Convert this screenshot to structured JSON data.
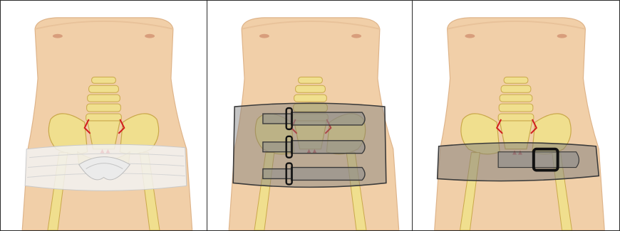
{
  "figure": {
    "panels": [
      {
        "id": "panel-1",
        "binder": "bandage-wrap"
      },
      {
        "id": "panel-2",
        "binder": "strap-binder-three-buckles"
      },
      {
        "id": "panel-3",
        "binder": "single-belt-buckle"
      }
    ],
    "colors": {
      "skin": "#f1cfa8",
      "skin_shade": "#e2b58c",
      "bone": "#f0df8e",
      "bone_edge": "#c9a84a",
      "fracture": "#d21d1d",
      "bandage": "#f2f2f2",
      "binder": "#8c8c8c",
      "buckle": "#111111"
    }
  }
}
